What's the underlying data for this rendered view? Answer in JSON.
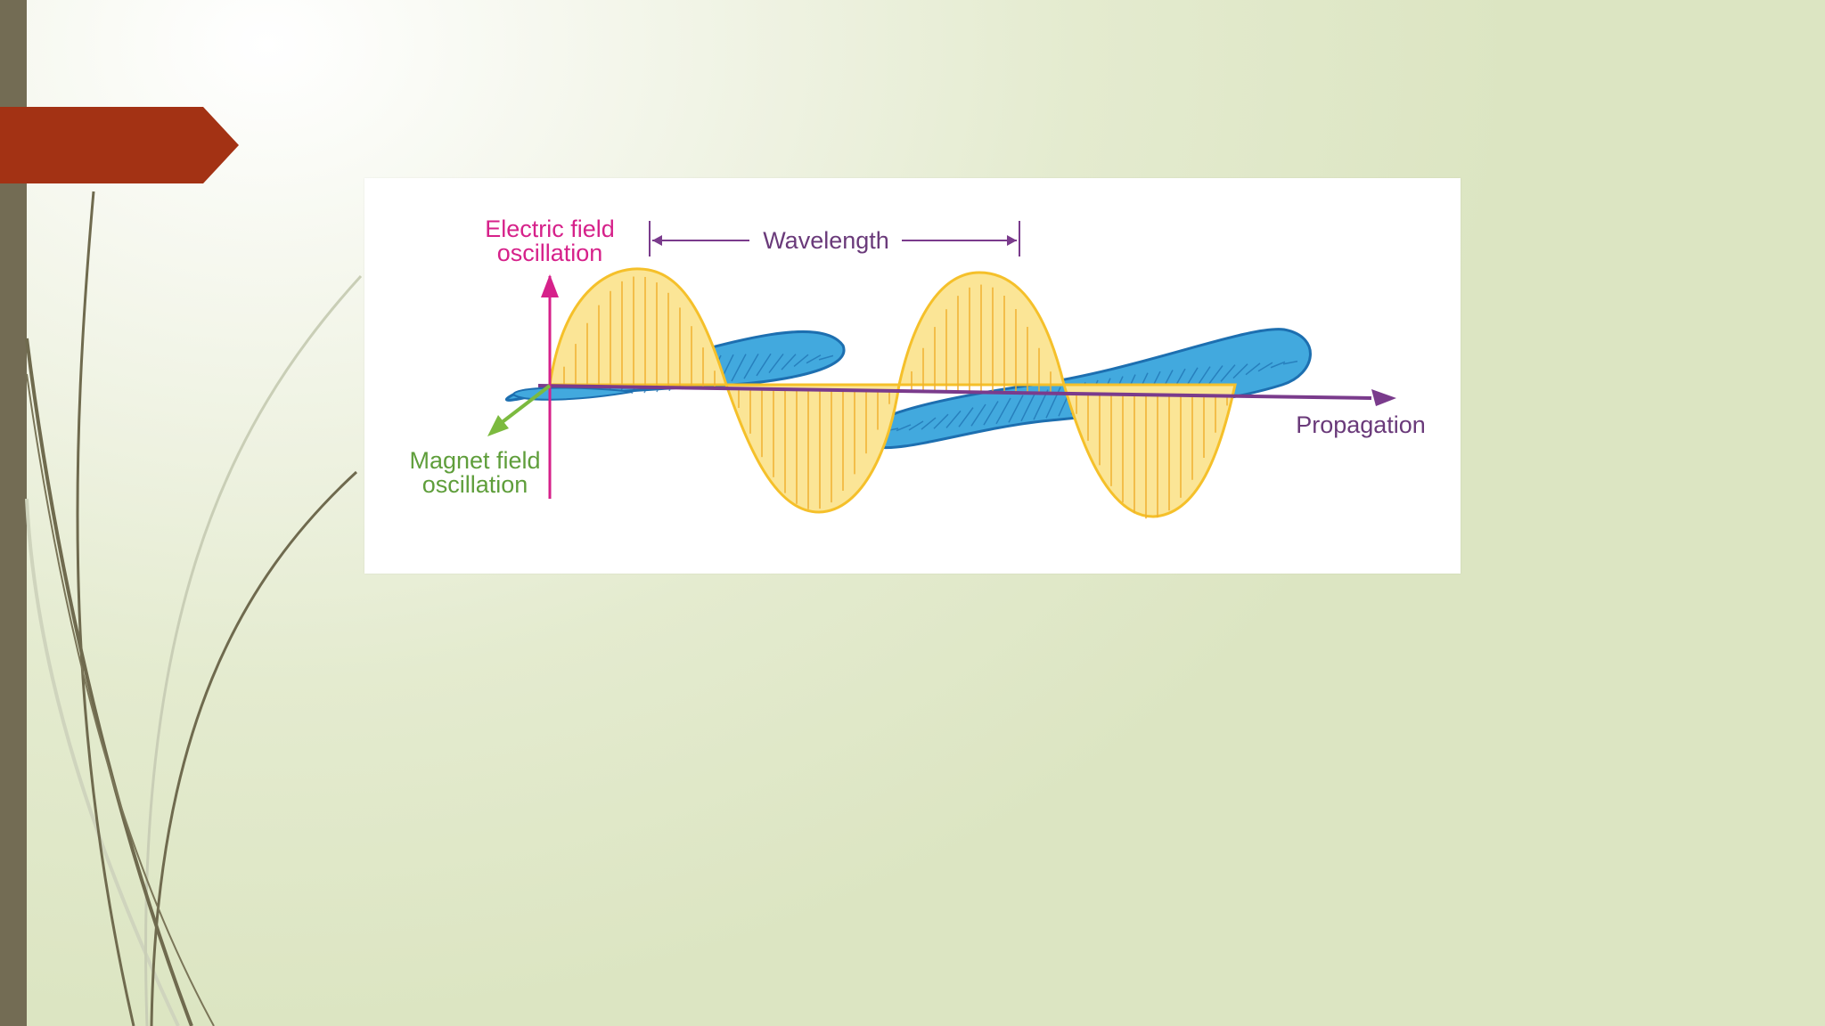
{
  "slide": {
    "colors": {
      "sidebar": "#736c54",
      "title_arrow": "#a33214",
      "decor_dark": "#6f6a4e",
      "decor_light": "#c8cdb4"
    }
  },
  "diagram": {
    "labels": {
      "electric_line1": "Electric field",
      "electric_line2": "oscillation",
      "wavelength": "Wavelength",
      "magnet_line1": "Magnet field",
      "magnet_line2": "oscillation",
      "propagation": "Propagation"
    },
    "colors": {
      "electric_axis": "#d6218a",
      "electric_label": "#d6218a",
      "electric_wave_fill": "#fbe596",
      "electric_wave_stroke": "#f5c02a",
      "magnetic_wave_fill": "#42a9de",
      "magnetic_wave_stroke": "#1d6fb0",
      "magnetic_axis": "#7cba3f",
      "magnet_label": "#5f9e3b",
      "propagation_axis": "#7a3b8c",
      "wavelength_marker": "#7a3b8c"
    }
  }
}
